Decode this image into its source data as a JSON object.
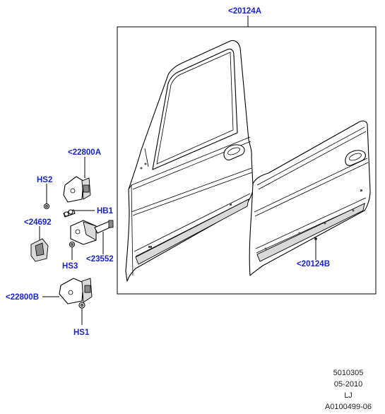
{
  "callouts": {
    "front_door_shell": "<20124A",
    "rear_door_shell": "<20124B",
    "upper_hinge": "<22800A",
    "lower_hinge": "<22800B",
    "hinge_screw_upper": "HS2",
    "hinge_bolt": "HB1",
    "check_strap_cover": "<24692",
    "hinge_screw_mid": "HS3",
    "door_check_strap": "<23552",
    "hinge_screw_lower": "HS1"
  },
  "footer": {
    "code": "5010305",
    "date": "05-2010",
    "initials": "LJ",
    "illustration_id": "A0100499-06"
  }
}
